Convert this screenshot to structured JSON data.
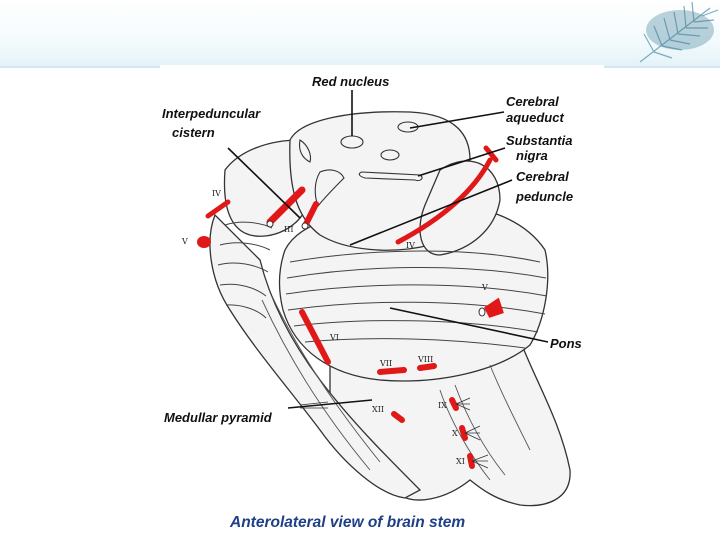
{
  "slide": {
    "caption": "Anterolateral view of brain stem"
  },
  "labels": {
    "red_nucleus": "Red nucleus",
    "cerebral_aqueduct_1": "Cerebral",
    "cerebral_aqueduct_2": "aqueduct",
    "substantia_nigra_1": "Substantia",
    "substantia_nigra_2": "nigra",
    "cerebral_peduncle_1": "Cerebral",
    "cerebral_peduncle_2": "peduncle",
    "interpeduncular_cistern_1": "Interpeduncular",
    "interpeduncular_cistern_2": "cistern",
    "pons": "Pons",
    "medullar_pyramid": "Medullar pyramid"
  },
  "nerves": {
    "III": "III",
    "IV_left": "IV",
    "IV_right": "IV",
    "V_left": "V",
    "V_right": "V",
    "VI": "VI",
    "VII": "VII",
    "VIII": "VIII",
    "IX": "IX",
    "X": "X",
    "XI": "XI",
    "XII": "XII"
  },
  "colors": {
    "nerve_red": "#e01818",
    "outline": "#333333",
    "brain_fill": "#f4f4f4",
    "caption_blue": "#1f3f86"
  }
}
